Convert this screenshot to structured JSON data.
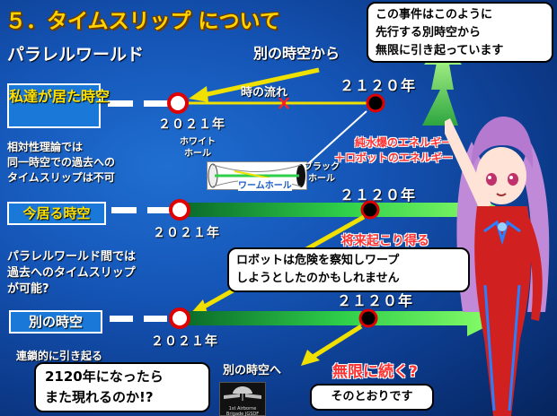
{
  "title": "５．タイムスリップ について",
  "subtitle": "パラレルワールド",
  "from_other": "別の時空から",
  "flow_of_time": "時の流れ",
  "timelines": {
    "first_label": "私達が居た時空",
    "now_label": "今居る時空",
    "other_label": "別の時空",
    "year_2021": "２０２１年",
    "year_2120": "２１２０年"
  },
  "energy": {
    "line1": "純水爆のエネルギー",
    "line2": "＋ロボットのエネルギー"
  },
  "wormhole": {
    "white_hole": "ホワイト\nホール",
    "black_hole": "ブラック\nホール",
    "label": "ワームホール"
  },
  "notes": {
    "relativity": "相対性理論では\n同一時空での過去への\nタイムスリップは不可",
    "parallel": "パラレルワールド間では\n過去へのタイムスリップ\nが可能?",
    "chain": "連鎖的に引き起る",
    "to_other": "別の時空へ",
    "may_happen": "将来起こり得る",
    "infinite": "無限に続く?"
  },
  "bubbles": {
    "top_right": "この事件はこのように\n先行する別時空から\n無限に引き起っています",
    "robot": "ロボットは危険を察知しワープ\nしようとしたのかもしれません",
    "reappear": "2120年になったら\nまた現れるのか!?",
    "answer": "そのとおりです"
  },
  "logo_text": "1st Airborne Brigade JGSDF",
  "colors": {
    "background": "#1556b8",
    "title": "#ffd400",
    "arrow_yellow": "#f0e000",
    "arrow_green": "#3de05a",
    "circle_red": "#e00000",
    "red_text": "#ff3030"
  }
}
